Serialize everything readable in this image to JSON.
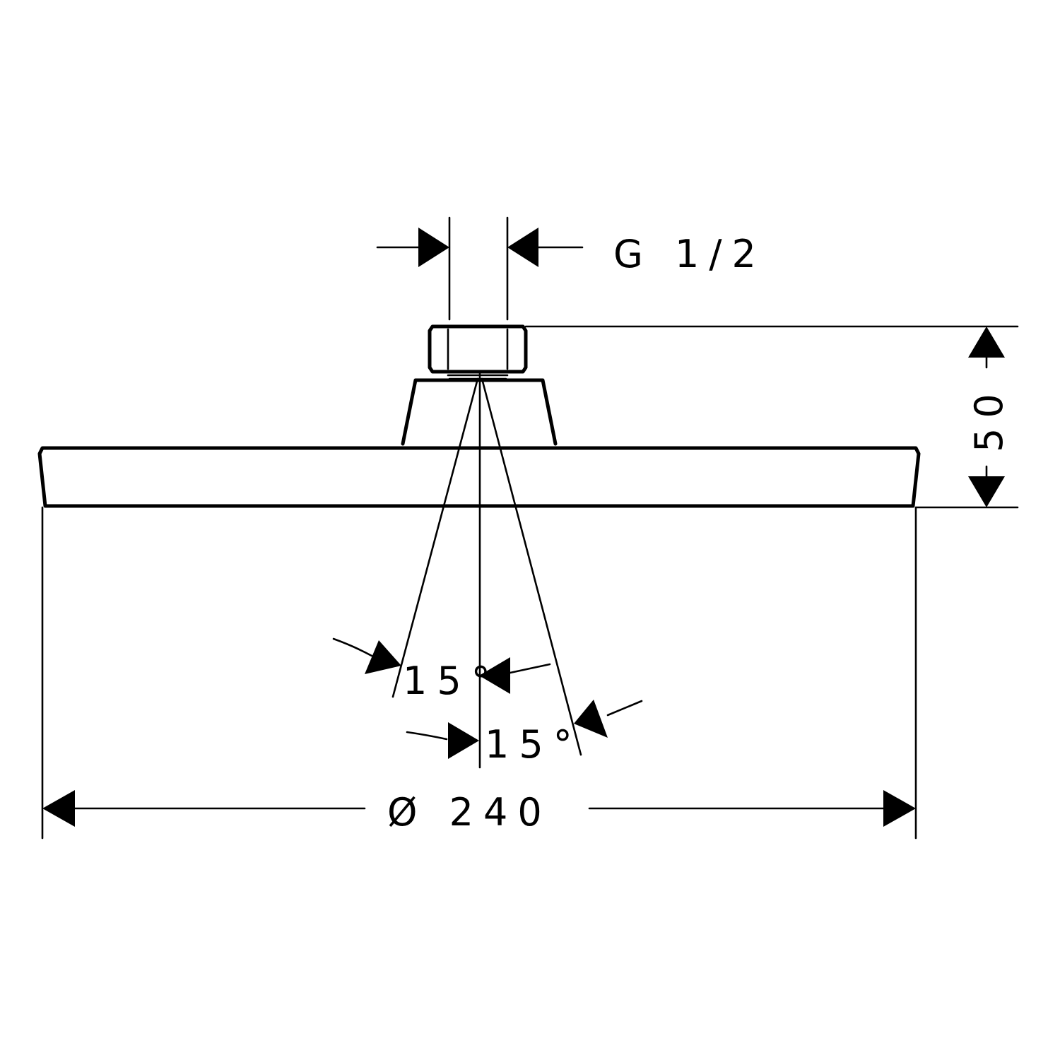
{
  "dimensions": {
    "thread": "G 1/2",
    "height": "50",
    "diameter": "Ø 240",
    "spray_angle_left": "15°",
    "spray_angle_right": "15°"
  },
  "colors": {
    "line": "#000000",
    "background": "#ffffff"
  }
}
